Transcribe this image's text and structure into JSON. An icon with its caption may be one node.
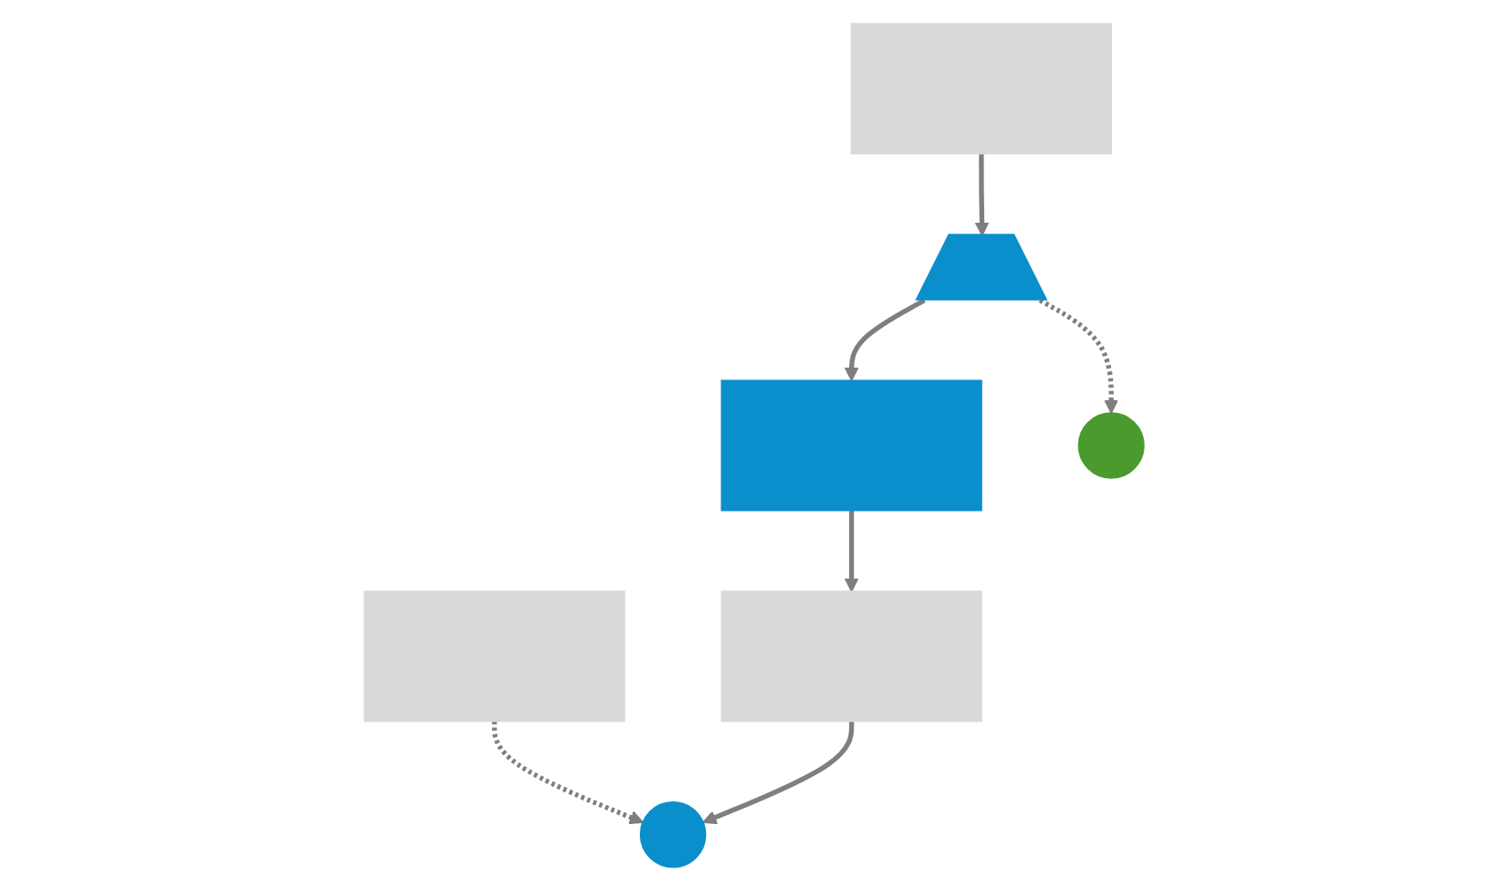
{
  "diagram": {
    "nodes": [
      {
        "text": [],
        "shape": "box"
      },
      {
        "text": [],
        "shape": "box"
      },
      {
        "text": [],
        "shape": "circle"
      },
      {
        "text": [],
        "shape": "picture"
      },
      {
        "text": [],
        "shape": "box"
      },
      {
        "text": [],
        "shape": "box"
      },
      {
        "text": [],
        "shape": "circle"
      }
    ],
    "edges": [
      {
        "from": 0,
        "to": 3,
        "arrow": "to"
      },
      {
        "from": 1,
        "to": 2,
        "arrow": "to",
        "style": "dashed"
      },
      {
        "from": 3,
        "to": 4,
        "arrow": "to"
      },
      {
        "from": 4,
        "to": 5,
        "arrow": "to"
      },
      {
        "from": 5,
        "to": 2,
        "arrow": "to"
      },
      {
        "from": 3,
        "to": 6,
        "arrow": "to",
        "style": "dashed"
      }
    ]
  }
}
